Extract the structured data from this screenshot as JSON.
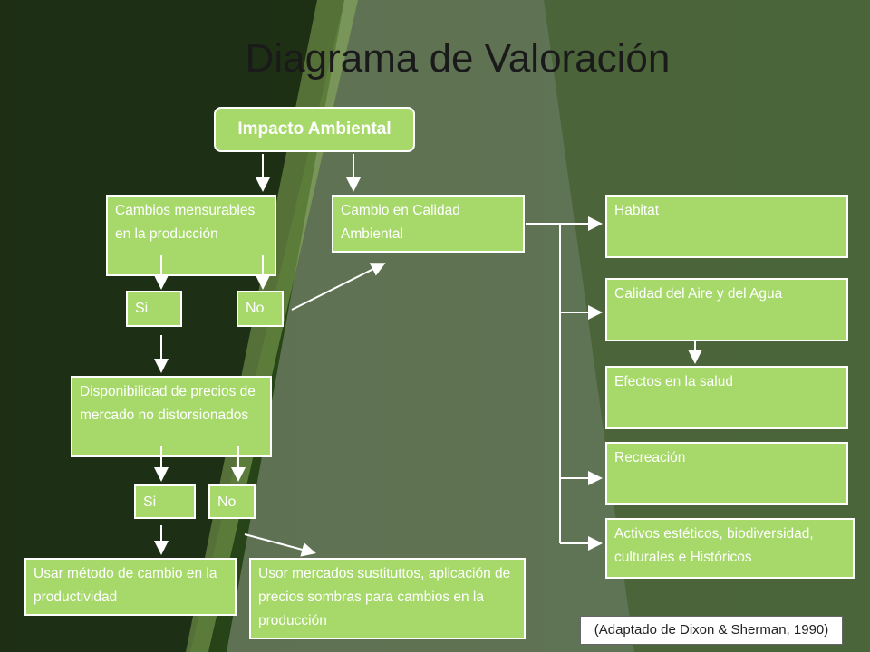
{
  "title": "Diagrama de Valoración",
  "impact": "Impacto Ambiental",
  "boxes": {
    "cambios": "Cambios mensurables en la producción",
    "calidad": "Cambio en Calidad Ambiental",
    "si1": "Si",
    "no1": "No",
    "disponibilidad": "Disponibilidad de precios de mercado no distorsionados",
    "si2": "Si",
    "no2": "No",
    "usar": "Usar método de cambio en la productividad",
    "usor": "Usor mercados sustituttos, aplicación de precios sombras para cambios en la producción",
    "habitat": "Habitat",
    "aire": "Calidad del Aire y del Agua",
    "salud": "Efectos en la salud",
    "recreacion": "Recreación",
    "activos": "Activos estéticos, biodiversidad, culturales e Históricos"
  },
  "source_note": "(Adaptado de Dixon & Sherman, 1990)",
  "colors": {
    "box": "#a6d96a",
    "background": "#2c4a1c"
  }
}
